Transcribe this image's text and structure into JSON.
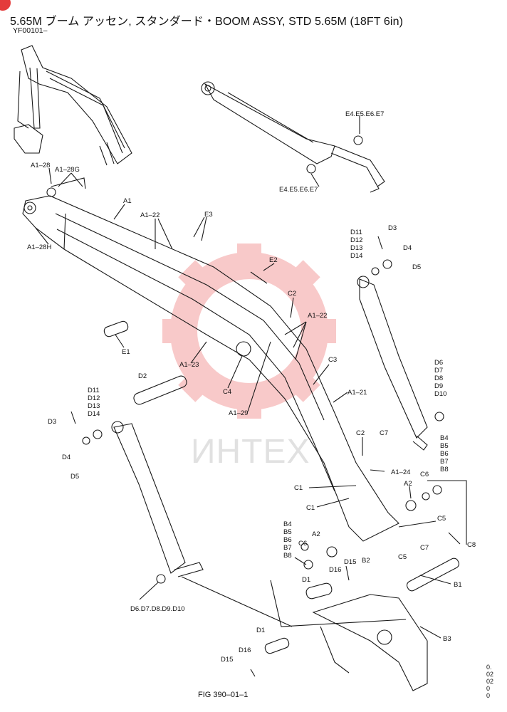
{
  "title": "5.65M ブーム アッセン, スタンダード・BOOM ASSY, STD 5.65M (18FT 6in)",
  "code": "YF00101–",
  "figure": "FIG 390–01–1",
  "page_codes": [
    "0.",
    "02",
    "02",
    "0",
    "0"
  ],
  "watermark": "ИНТЕХ",
  "colors": {
    "watermark_gear": "#f08a8a",
    "line": "#1a1a1a",
    "corner_mark": "#e43b3b"
  },
  "labels": {
    "a1_28": "A1–28",
    "a1_28g": "A1–28G",
    "a1": "A1",
    "a1_28h": "A1–28H",
    "a1_22_top": "A1–22",
    "e3": "E3",
    "e2": "E2",
    "e1": "E1",
    "a1_23": "A1–23",
    "c4": "C4",
    "a1_29": "A1–29",
    "c2_top": "C2",
    "a1_22_mid": "A1–22",
    "c3": "C3",
    "a1_21": "A1–21",
    "d2": "D2",
    "e4_top": "E4.E5.E6.E7",
    "e4_bot": "E4.E5.E6.E7",
    "d11_r": "D11",
    "d12_r": "D12",
    "d13_r": "D13",
    "d14_r": "D14",
    "d3_r": "D3",
    "d4_r": "D4",
    "d5_r": "D5",
    "d6_r": "D6",
    "d7_r": "D7",
    "d8_r": "D8",
    "d9_r": "D9",
    "d10_r": "D10",
    "d11_l": "D11",
    "d12_l": "D12",
    "d13_l": "D13",
    "d14_l": "D14",
    "d3_l": "D3",
    "d4_l": "D4",
    "d5_l": "D5",
    "d6_d10_l": "D6.D7.D8.D9.D10",
    "c2_mid": "C2",
    "c7_top": "C7",
    "a1_24": "A1–24",
    "c6_r": "C6",
    "c1_a": "C1",
    "c1_b": "C1",
    "a2_r": "A2",
    "c5_r": "C5",
    "b4_r": "B4",
    "b5_r": "B5",
    "b6_r": "B6",
    "b7_r": "B7",
    "b8_r": "B8",
    "c8": "C8",
    "c7_bot": "C7",
    "c5_bot": "C5",
    "b4_l": "B4",
    "b5_l": "B5",
    "b6_l": "B6",
    "b7_l": "B7",
    "b8_l": "B8",
    "c6_l": "C6",
    "a2_l": "A2",
    "b2": "B2",
    "d15_mid": "D15",
    "d16_mid": "D16",
    "d1_mid": "D1",
    "b1": "B1",
    "b3": "B3",
    "d1_low": "D1",
    "d16_low": "D16",
    "d15_low": "D15"
  }
}
